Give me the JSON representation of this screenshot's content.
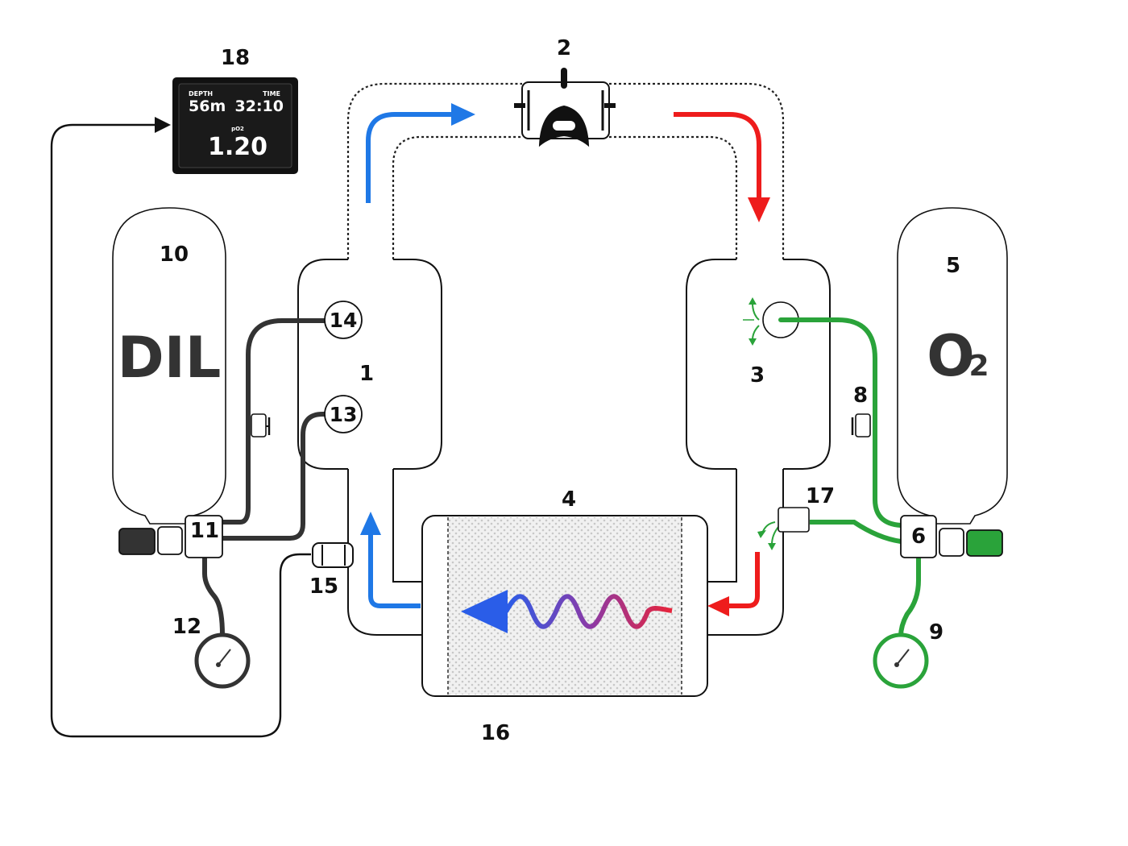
{
  "display": {
    "depth_label": "DEPTH",
    "depth_value": "56m",
    "time_label": "TIME",
    "time_value": "32:10",
    "po2_label": "pO2",
    "po2_value": "1.20"
  },
  "tanks": {
    "diluent": {
      "number": "10",
      "gas": "DIL"
    },
    "oxygen": {
      "number": "5",
      "gas_main": "O",
      "gas_sub": "2"
    }
  },
  "labels": {
    "c1": "1",
    "c2": "2",
    "c3": "3",
    "c4": "4",
    "c5": "5",
    "c6": "6",
    "c8": "8",
    "c9": "9",
    "c10": "10",
    "c11": "11",
    "c12": "12",
    "c13": "13",
    "c14": "14",
    "c15": "15",
    "c16": "16",
    "c17": "17",
    "c18": "18"
  },
  "colors": {
    "exhale": "#ee1c1c",
    "inhale": "#1f78e6",
    "oxygen": "#2aa33a",
    "diluent_hose": "#333333",
    "outline": "#111111"
  }
}
